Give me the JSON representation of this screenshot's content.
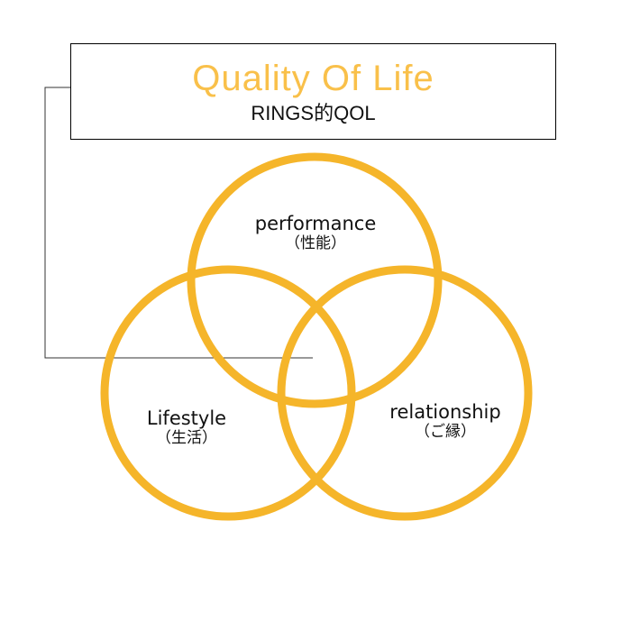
{
  "header": {
    "title": "Quality Of Life",
    "subtitle": "RINGS的QOL"
  },
  "circles": [
    {
      "name": "performance",
      "label": "performance",
      "sub": "（性能）"
    },
    {
      "name": "lifestyle",
      "label": "Lifestyle",
      "sub": "（生活）"
    },
    {
      "name": "relationship",
      "label": "relationship",
      "sub": "（ご縁）"
    }
  ],
  "colors": {
    "ring": "#f5b52a",
    "title": "#f9c04a",
    "line": "#000000"
  }
}
